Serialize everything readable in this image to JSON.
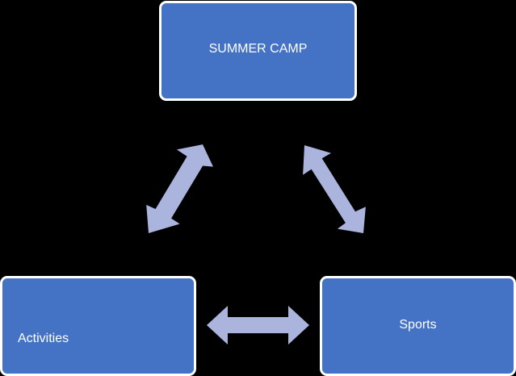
{
  "diagram": {
    "nodes": {
      "top": {
        "label": "SUMMER CAMP"
      },
      "left": {
        "label": "Activities"
      },
      "right": {
        "label": "Sports"
      }
    },
    "edges": [
      {
        "from": "SUMMER CAMP",
        "to": "Activities",
        "style": "double-arrow"
      },
      {
        "from": "SUMMER CAMP",
        "to": "Sports",
        "style": "double-arrow"
      },
      {
        "from": "Activities",
        "to": "Sports",
        "style": "double-arrow"
      }
    ],
    "colors": {
      "background": "#000000",
      "box_fill": "#4472c4",
      "box_border": "#ffffff",
      "box_text": "#ffffff",
      "arrow_fill": "#aab4dc"
    }
  }
}
